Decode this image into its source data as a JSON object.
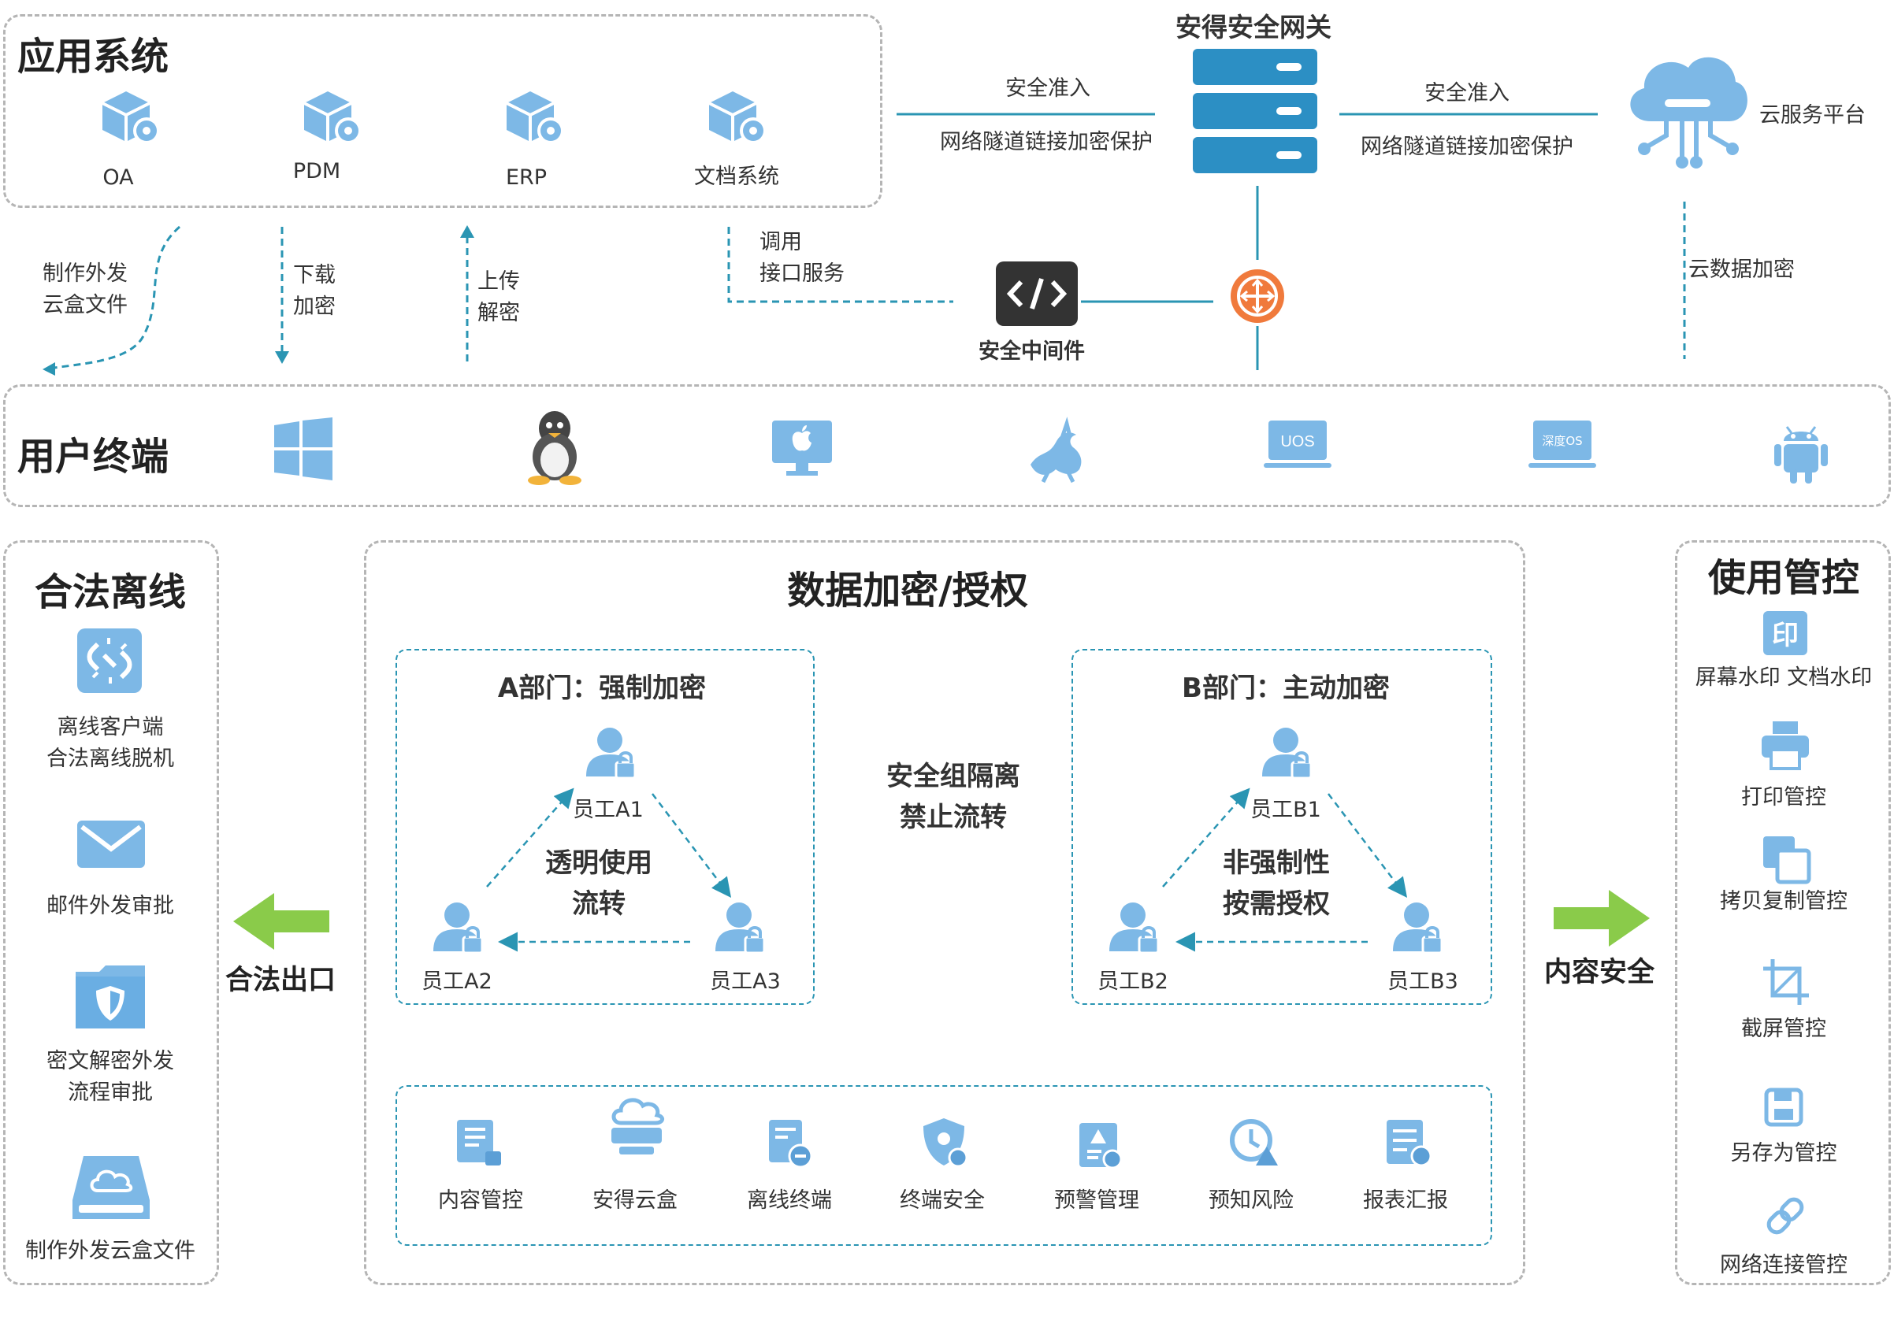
{
  "colors": {
    "icon_blue": "#7db8e6",
    "icon_dark": "#3a8fd6",
    "accent_orange": "#f07a3c",
    "arrow_green": "#8acb4a",
    "border_gray": "#b5b5b5",
    "dash_blue": "#2a95b3",
    "server_blue": "#2c8fc4"
  },
  "app_system": {
    "title": "应用系统",
    "apps": [
      {
        "label": "OA",
        "icon": "cube-gear-icon"
      },
      {
        "label": "PDM",
        "icon": "cube-gear-icon"
      },
      {
        "label": "ERP",
        "icon": "cube-gear-icon"
      },
      {
        "label": "文档系统",
        "icon": "cube-gear-icon"
      }
    ]
  },
  "gateway": {
    "title": "安得安全网关",
    "icon": "server-stack-icon"
  },
  "links": {
    "left": {
      "top": "安全准入",
      "bottom": "网络隧道链接加密保护"
    },
    "right": {
      "top": "安全准入",
      "bottom": "网络隧道链接加密保护"
    }
  },
  "cloud": {
    "label": "云服务平台",
    "icon": "cloud-circuit-icon",
    "encrypt": "云数据加密"
  },
  "flows": {
    "make_box": [
      "制作外发",
      "云盒文件"
    ],
    "download": [
      "下载",
      "加密"
    ],
    "upload": [
      "上传",
      "解密"
    ],
    "api": [
      "调用",
      "接口服务"
    ]
  },
  "middleware": {
    "label": "安全中间件",
    "icon": "code-icon"
  },
  "hub": {
    "icon": "hub-icon"
  },
  "terminals": {
    "title": "用户终端",
    "os": [
      {
        "icon": "windows-icon"
      },
      {
        "icon": "linux-icon"
      },
      {
        "icon": "macos-icon"
      },
      {
        "icon": "kylin-icon"
      },
      {
        "icon": "uos-icon",
        "text": "UOS"
      },
      {
        "icon": "deepin-icon",
        "text": "深度OS"
      },
      {
        "icon": "android-icon"
      }
    ]
  },
  "offline": {
    "title": "合法离线",
    "items": [
      {
        "icon": "broken-link-icon",
        "lines": [
          "离线客户端",
          "合法离线脱机"
        ]
      },
      {
        "icon": "mail-icon",
        "lines": [
          "邮件外发审批"
        ]
      },
      {
        "icon": "shield-folder-icon",
        "lines": [
          "密文解密外发",
          "流程审批"
        ]
      },
      {
        "icon": "cloud-drive-icon",
        "lines": [
          "制作外发云盒文件"
        ]
      }
    ],
    "exit_label": "合法出口"
  },
  "center": {
    "title": "数据加密/授权",
    "dept_a": {
      "title": "A部门：强制加密",
      "mid": [
        "透明使用",
        "流转"
      ],
      "users": [
        "员工A1",
        "员工A2",
        "员工A3"
      ]
    },
    "dept_b": {
      "title": "B部门：主动加密",
      "mid": [
        "非强制性",
        "按需授权"
      ],
      "users": [
        "员工B1",
        "员工B2",
        "员工B3"
      ]
    },
    "isolation": [
      "安全组隔离",
      "禁止流转"
    ],
    "features": [
      {
        "icon": "content-control-icon",
        "label": "内容管控"
      },
      {
        "icon": "cloud-box-icon",
        "label": "安得云盒"
      },
      {
        "icon": "offline-terminal-icon",
        "label": "离线终端"
      },
      {
        "icon": "terminal-security-icon",
        "label": "终端安全"
      },
      {
        "icon": "alert-manage-icon",
        "label": "预警管理"
      },
      {
        "icon": "risk-clock-icon",
        "label": "预知风险"
      },
      {
        "icon": "report-icon",
        "label": "报表汇报"
      }
    ]
  },
  "usage": {
    "title": "使用管控",
    "items": [
      {
        "icon": "stamp-icon",
        "label": "屏幕水印 文档水印"
      },
      {
        "icon": "printer-icon",
        "label": "打印管控"
      },
      {
        "icon": "copy-icon",
        "label": "拷贝复制管控"
      },
      {
        "icon": "crop-icon",
        "label": "截屏管控"
      },
      {
        "icon": "save-icon",
        "label": "另存为管控"
      },
      {
        "icon": "link-icon",
        "label": "网络连接管控"
      }
    ],
    "exit_label": "内容安全"
  }
}
